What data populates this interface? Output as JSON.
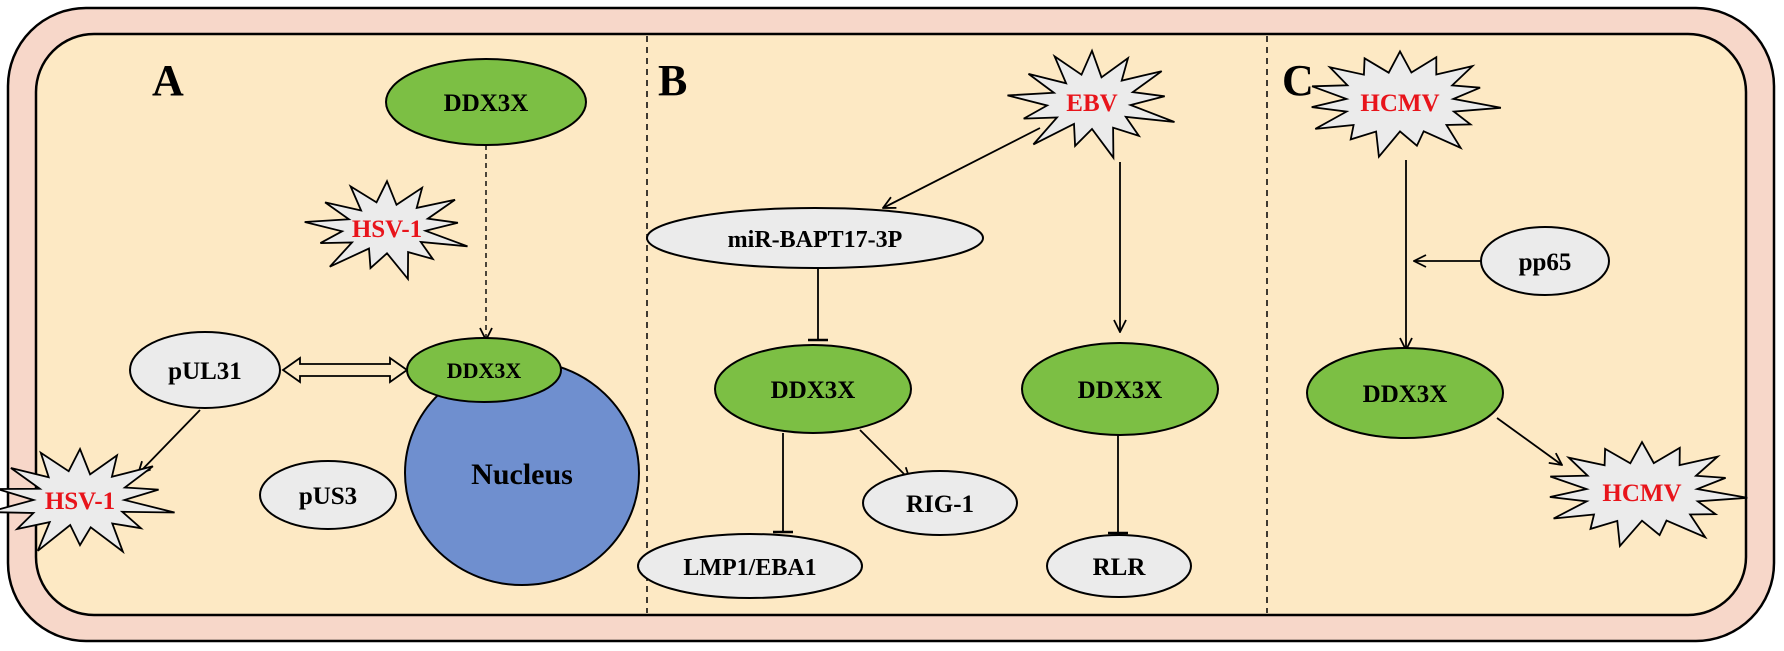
{
  "colors": {
    "membrane": "#f7d7c9",
    "cytoplasm": "#fde9c4",
    "ddx3x": "#7cbf44",
    "protein": "#ebebeb",
    "nucleus": "#6f8fcf",
    "virus_label": "#e8141b",
    "burst": "#ebebeb",
    "stroke": "#000000"
  },
  "panels": {
    "a": {
      "letter": "A",
      "ddx3x_top": "DDX3X",
      "hsv1_inner": "HSV-1",
      "ddx3x_nuclear": "DDX3X",
      "pul31": "pUL31",
      "nucleus": "Nucleus",
      "pus3": "pUS3",
      "hsv1_outer": "HSV-1"
    },
    "b": {
      "letter": "B",
      "ebv": "EBV",
      "mirna": "miR-BAPT17-3P",
      "ddx3x_left": "DDX3X",
      "ddx3x_right": "DDX3X",
      "lmp1": "LMP1/EBA1",
      "rig1": "RIG-1",
      "rlr": "RLR"
    },
    "c": {
      "letter": "C",
      "hcmv_top": "HCMV",
      "pp65": "pp65",
      "ddx3x": "DDX3X",
      "hcmv_bottom": "HCMV"
    }
  }
}
